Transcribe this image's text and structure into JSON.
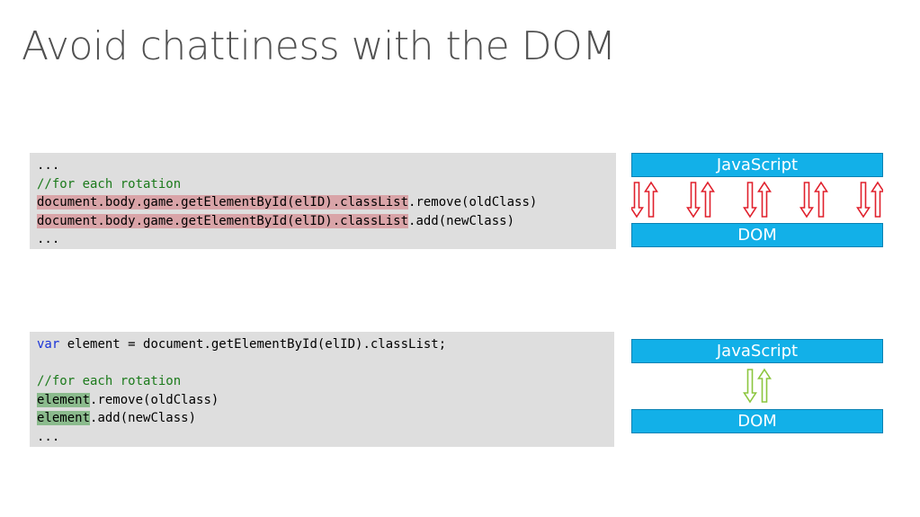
{
  "slide": {
    "title": "Avoid chattiness with the DOM"
  },
  "top_example": {
    "lines": {
      "l1": "...",
      "l2_comment": "//for each rotation",
      "l3_highlight": "document.body.game.getElementById(elID).classList",
      "l3_rest": ".remove(oldClass)",
      "l4_highlight": "document.body.game.getElementById(elID).classList",
      "l4_rest": ".add(newClass)",
      "l5": "..."
    },
    "diagram": {
      "top_label": "JavaScript",
      "bottom_label": "DOM",
      "arrow_pair_count": 5,
      "arrow_color": "#e0202c"
    }
  },
  "bottom_example": {
    "lines": {
      "l1_keyword": "var",
      "l1_rest": " element = document.getElementById(elID).classList;",
      "l2": "",
      "l3_comment": "//for each rotation",
      "l4_highlight": "element",
      "l4_rest": ".remove(oldClass)",
      "l5_highlight": "element",
      "l5_rest": ".add(newClass)",
      "l6": "..."
    },
    "diagram": {
      "top_label": "JavaScript",
      "bottom_label": "DOM",
      "arrow_pair_count": 1,
      "arrow_color": "#8cc63f"
    }
  },
  "colors": {
    "bar_fill": "#12b0e8",
    "code_background": "#dedede",
    "red_highlight": "#d9a4a8",
    "green_highlight": "#8bbb8d"
  }
}
